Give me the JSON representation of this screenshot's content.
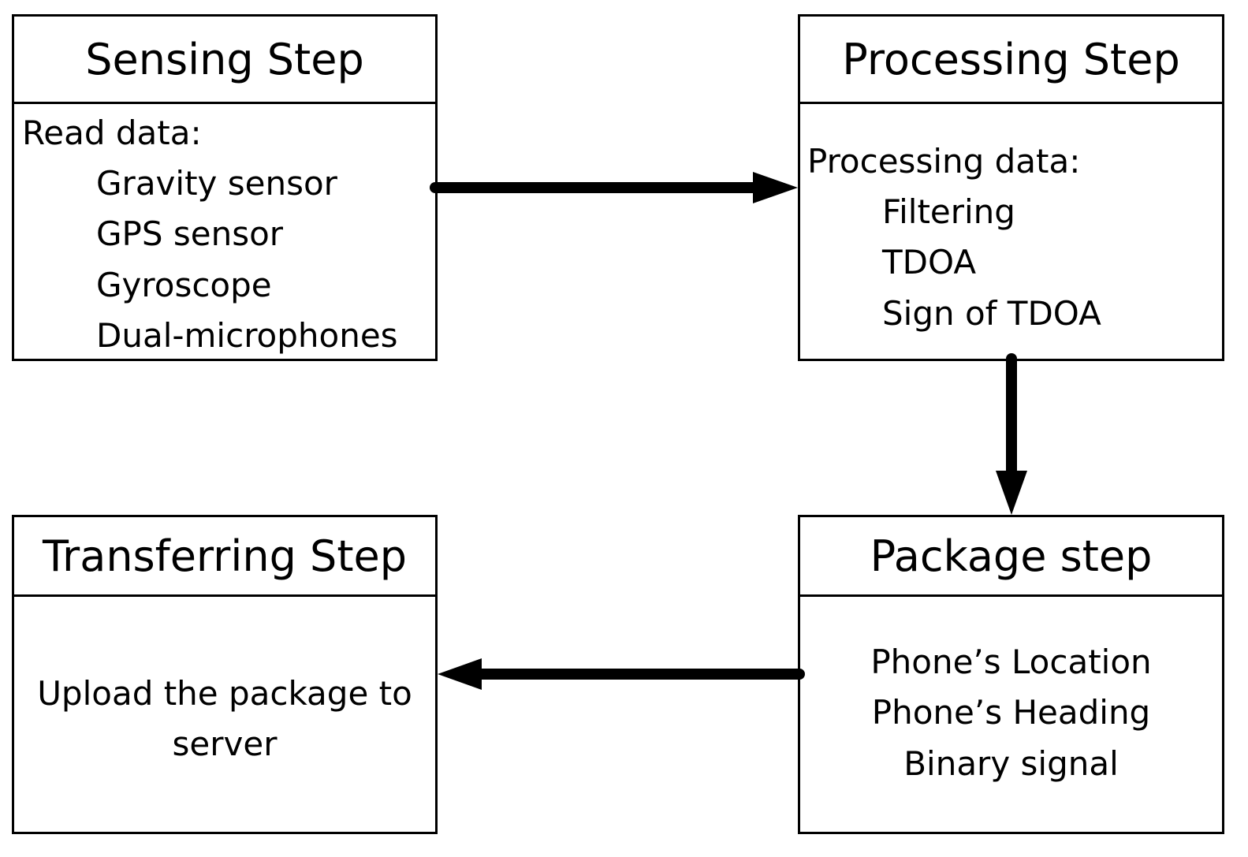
{
  "sensing": {
    "title": "Sensing Step",
    "heading": "Read data:",
    "items": [
      "Gravity sensor",
      "GPS sensor",
      "Gyroscope",
      "Dual-microphones"
    ]
  },
  "processing": {
    "title": "Processing Step",
    "heading": "Processing data:",
    "items": [
      "Filtering",
      "TDOA",
      "Sign of TDOA"
    ]
  },
  "package": {
    "title": "Package step",
    "items": [
      "Phone’s Location",
      "Phone’s Heading",
      "Binary signal"
    ]
  },
  "transferring": {
    "title": "Transferring Step",
    "lines": [
      "Upload the package to",
      "server"
    ]
  }
}
